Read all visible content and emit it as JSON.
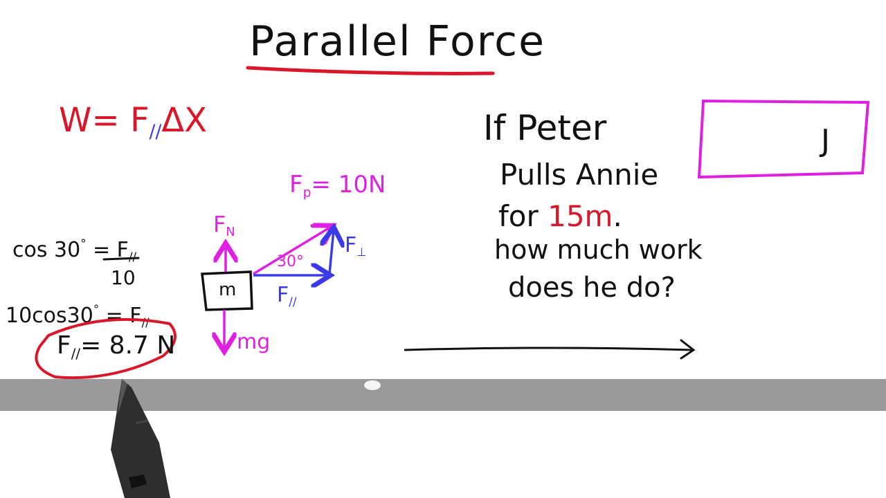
{
  "title": "Parallel Force",
  "formula": {
    "lhs": "W= F",
    "sub": "//",
    "rhs": "ΔX"
  },
  "left_work": {
    "line1_a": "cos 30",
    "line1_deg": "°",
    "line1_b": "= F",
    "line1_sub": "//",
    "denominator": "10",
    "line2_a": "10cos30",
    "line2_deg": "°",
    "line2_b": "= F",
    "line2_sub": "//",
    "answer_a": "F",
    "answer_sub": "//",
    "answer_b": "= 8.7 N"
  },
  "diagram": {
    "mass_label": "m",
    "normal_label": "F",
    "normal_sub": "N",
    "weight_label": "mg",
    "pull_label": "F",
    "pull_sub": "p",
    "pull_value": "= 10N",
    "angle_label": "30°",
    "parallel_label": "F",
    "parallel_sub": "//",
    "perp_label": "F",
    "perp_sub": "⊥"
  },
  "question": {
    "line1": "If Peter",
    "line2": "Pulls Annie",
    "line3_a": "for ",
    "line3_b": "15m",
    "line3_c": ".",
    "line4": "how much work",
    "line5": "does he do?"
  },
  "answer_box": {
    "unit": "J"
  },
  "colors": {
    "black": "#111111",
    "red": "#d9162a",
    "magenta": "#e020e0",
    "blue": "#3a3ae8",
    "gray_bar": "#9a9a9a"
  }
}
